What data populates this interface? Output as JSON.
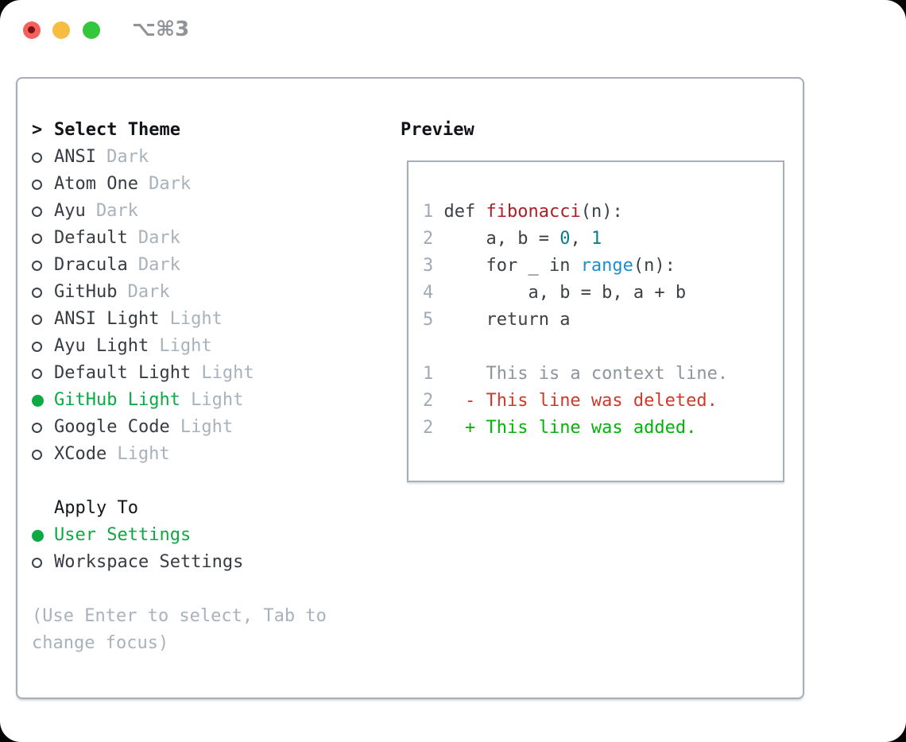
{
  "titlebar": {
    "title": "⌥⌘3",
    "traffic_lights": [
      {
        "name": "close",
        "color": "#f4615c",
        "has_dot": true
      },
      {
        "name": "minimize",
        "color": "#f7bd40",
        "has_dot": false
      },
      {
        "name": "zoom",
        "color": "#34c73c",
        "has_dot": false
      }
    ]
  },
  "theme_menu": {
    "header_marker": ">",
    "header": "Select Theme",
    "items": [
      {
        "label": "ANSI",
        "variant": "Dark",
        "selected": false
      },
      {
        "label": "Atom One",
        "variant": "Dark",
        "selected": false
      },
      {
        "label": "Ayu",
        "variant": "Dark",
        "selected": false
      },
      {
        "label": "Default",
        "variant": "Dark",
        "selected": false
      },
      {
        "label": "Dracula",
        "variant": "Dark",
        "selected": false
      },
      {
        "label": "GitHub",
        "variant": "Dark",
        "selected": false
      },
      {
        "label": "ANSI Light",
        "variant": "Light",
        "selected": false
      },
      {
        "label": "Ayu Light",
        "variant": "Light",
        "selected": false
      },
      {
        "label": "Default Light",
        "variant": "Light",
        "selected": false
      },
      {
        "label": "GitHub Light",
        "variant": "Light",
        "selected": true
      },
      {
        "label": "Google Code",
        "variant": "Light",
        "selected": false
      },
      {
        "label": "XCode",
        "variant": "Light",
        "selected": false
      }
    ]
  },
  "apply_to": {
    "header": "Apply To",
    "items": [
      {
        "label": "User Settings",
        "selected": true
      },
      {
        "label": "Workspace Settings",
        "selected": false
      }
    ]
  },
  "hint": "(Use Enter to select, Tab to change focus)",
  "preview": {
    "header": "Preview",
    "code_lines": [
      [
        [
          "lineno",
          "1"
        ],
        [
          "plain",
          " def "
        ],
        [
          "function",
          "fibonacci"
        ],
        [
          "plain",
          "(n):"
        ]
      ],
      [
        [
          "lineno",
          "2"
        ],
        [
          "plain",
          "     a, b = "
        ],
        [
          "number",
          "0"
        ],
        [
          "plain",
          ", "
        ],
        [
          "number",
          "1"
        ]
      ],
      [
        [
          "lineno",
          "3"
        ],
        [
          "plain",
          "     for _ in "
        ],
        [
          "builtin",
          "range"
        ],
        [
          "plain",
          "(n):"
        ]
      ],
      [
        [
          "lineno",
          "4"
        ],
        [
          "plain",
          "         a, b = b, a + b"
        ]
      ],
      [
        [
          "lineno",
          "5"
        ],
        [
          "plain",
          "     return a"
        ]
      ],
      [],
      [
        [
          "lineno",
          "1"
        ],
        [
          "context",
          "     This is a context line."
        ]
      ],
      [
        [
          "lineno",
          "2"
        ],
        [
          "deleted",
          "   - This line was deleted."
        ]
      ],
      [
        [
          "lineno",
          "2"
        ],
        [
          "added",
          "   + This line was added."
        ]
      ]
    ]
  },
  "colors": {
    "selection_green": "#0ca944",
    "diff_added_green": "#03b30a",
    "diff_deleted_red": "#cd3a2b",
    "function_red": "#ab2024",
    "number_teal": "#0c7d80",
    "builtin_blue": "#1e8ed2",
    "muted_gray": "#a8b2bd",
    "text_dark": "#373c43",
    "panel_border": "#a6aeb9",
    "traffic_red": "#f4615c",
    "traffic_yellow": "#f7bd40",
    "traffic_green": "#34c73c"
  }
}
